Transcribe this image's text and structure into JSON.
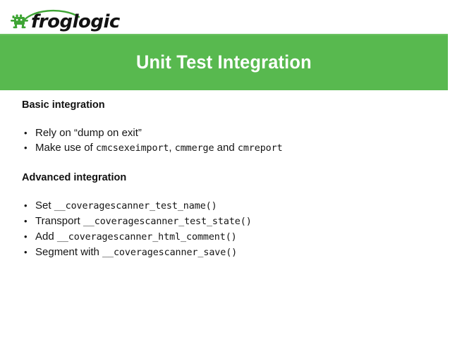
{
  "brand": {
    "name": "froglogic",
    "logo_icon": "frog-logo-icon",
    "accent_color": "#58b94f",
    "wordmark_color": "#121212"
  },
  "title_band": {
    "title": "Unit Test Integration",
    "background_color": "#58b94f",
    "text_color": "#ffffff"
  },
  "content": {
    "sections": [
      {
        "heading": "Basic integration",
        "bullets": [
          {
            "parts": [
              {
                "type": "text",
                "value": "Rely on “dump on exit”"
              }
            ]
          },
          {
            "parts": [
              {
                "type": "text",
                "value": "Make use of "
              },
              {
                "type": "code",
                "value": "cmcsexeimport"
              },
              {
                "type": "text",
                "value": ", "
              },
              {
                "type": "code",
                "value": "cmmerge"
              },
              {
                "type": "text",
                "value": " and "
              },
              {
                "type": "code",
                "value": "cmreport"
              }
            ]
          }
        ]
      },
      {
        "heading": "Advanced integration",
        "bullets": [
          {
            "parts": [
              {
                "type": "text",
                "value": "Set "
              },
              {
                "type": "code",
                "value": "__coveragescanner_test_name()"
              }
            ]
          },
          {
            "parts": [
              {
                "type": "text",
                "value": "Transport "
              },
              {
                "type": "code",
                "value": "__coveragescanner_test_state()"
              }
            ]
          },
          {
            "parts": [
              {
                "type": "text",
                "value": "Add "
              },
              {
                "type": "code",
                "value": "__coveragescanner_html_comment()"
              }
            ]
          },
          {
            "parts": [
              {
                "type": "text",
                "value": "Segment with "
              },
              {
                "type": "code",
                "value": "__coveragescanner_save()"
              }
            ]
          }
        ]
      }
    ]
  }
}
